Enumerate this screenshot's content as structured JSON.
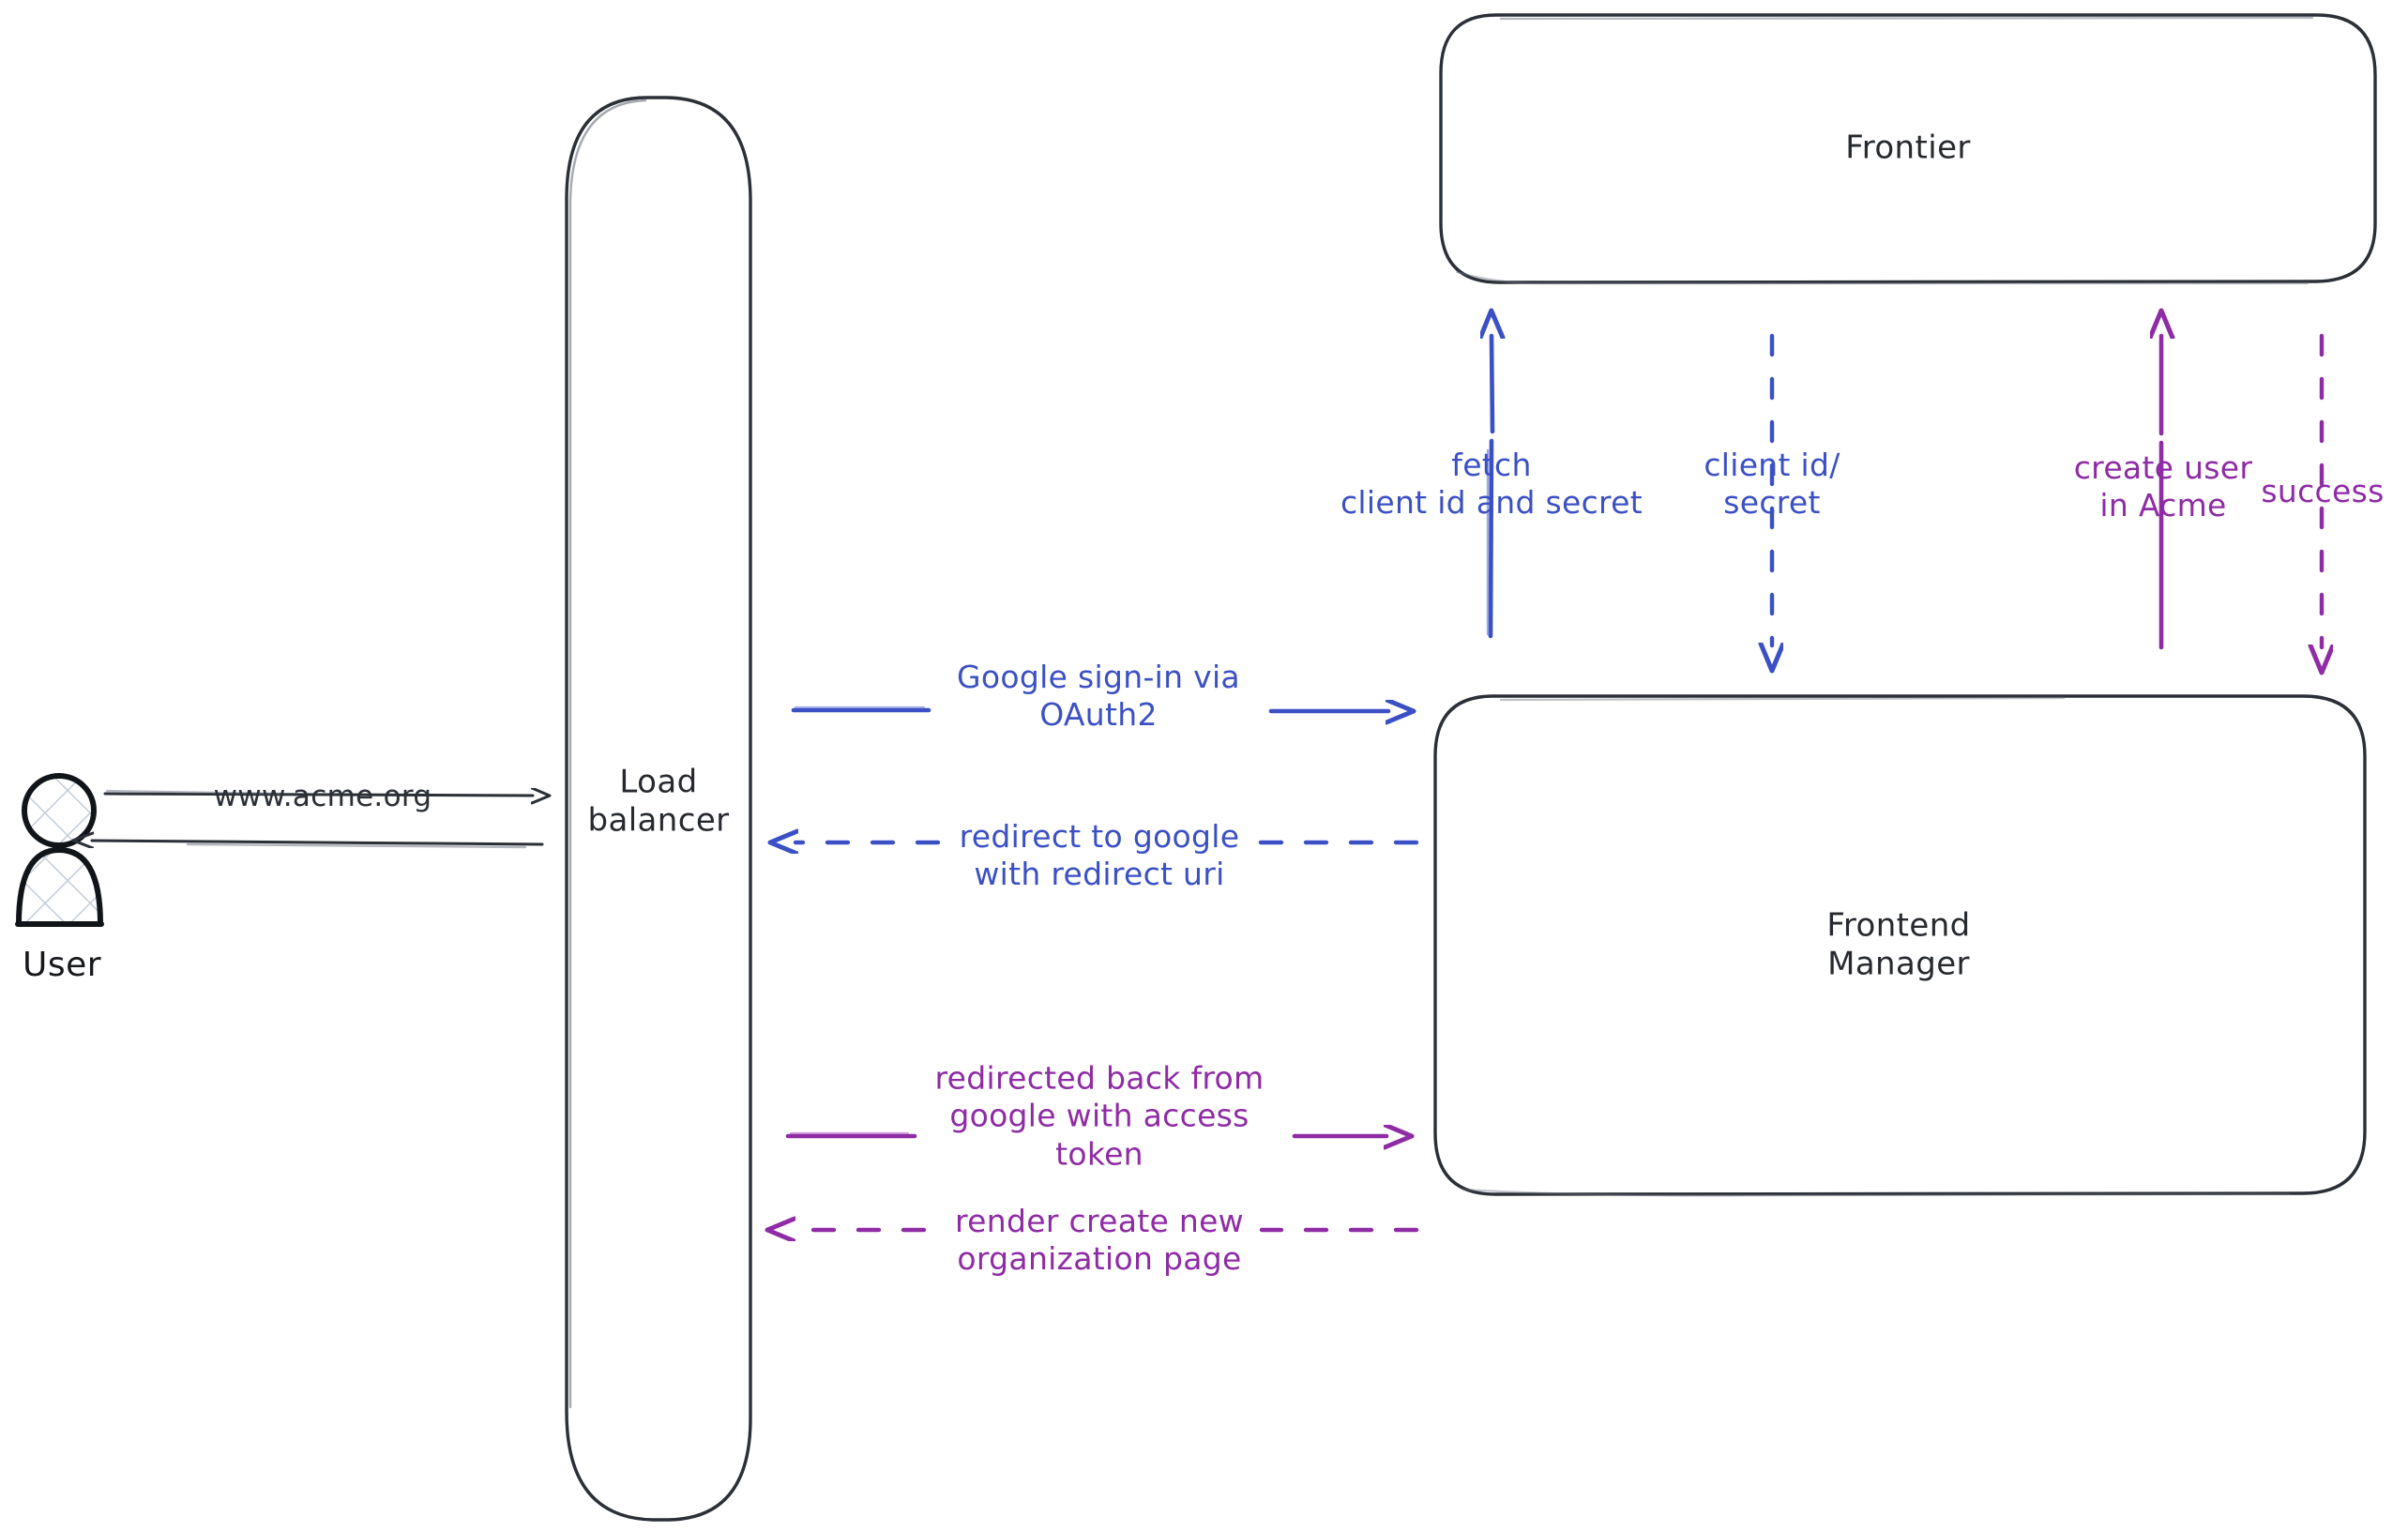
{
  "diagram": {
    "title": "Google OAuth2 sign-in sequence",
    "background": "#ffffff",
    "colors": {
      "ink": "#26292e",
      "blue": "#3b50c4",
      "purple": "#8e2ba5",
      "hatch": "#c3cdda"
    }
  },
  "actors": [
    {
      "id": "user",
      "name": "User",
      "label": "User",
      "icon": "person-icon",
      "shape": "person-hatched"
    }
  ],
  "nodes": [
    {
      "id": "load-balancer",
      "label": "Load\nbalancer",
      "shape": "rounded-rect-tall"
    },
    {
      "id": "frontier",
      "label": "Frontier",
      "shape": "rounded-rect"
    },
    {
      "id": "frontend-manager",
      "label": "Frontend\nManager",
      "shape": "rounded-rect"
    }
  ],
  "edges": [
    {
      "id": "user-to-lb",
      "label": "www.acme.org",
      "color": "#2b2f36",
      "style": "solid",
      "direction": "right",
      "from": "user",
      "to": "load-balancer"
    },
    {
      "id": "lb-to-user",
      "label": "",
      "color": "#2b2f36",
      "style": "solid",
      "direction": "left",
      "from": "load-balancer",
      "to": "user"
    },
    {
      "id": "fetch-client-id",
      "label": "fetch\nclient id and secret",
      "color": "#3b50c4",
      "style": "solid",
      "direction": "up",
      "from": "frontend-manager",
      "to": "frontier"
    },
    {
      "id": "client-id-secret",
      "label": "client id/\nsecret",
      "color": "#3b50c4",
      "style": "dashed",
      "direction": "down",
      "from": "frontier",
      "to": "frontend-manager"
    },
    {
      "id": "create-user-in-acme",
      "label": "create user\nin Acme",
      "color": "#8e2ba5",
      "style": "solid",
      "direction": "up",
      "from": "frontend-manager",
      "to": "frontier"
    },
    {
      "id": "success",
      "label": "success",
      "color": "#8e2ba5",
      "style": "dashed",
      "direction": "down",
      "from": "frontier",
      "to": "frontend-manager"
    },
    {
      "id": "google-sign-in",
      "label": "Google sign-in via\nOAuth2",
      "color": "#3b50c4",
      "style": "solid",
      "direction": "right",
      "from": "load-balancer",
      "to": "frontend-manager"
    },
    {
      "id": "redirect-to-google",
      "label": "redirect to google\nwith redirect uri",
      "color": "#3b50c4",
      "style": "dashed",
      "direction": "left",
      "from": "frontend-manager",
      "to": "load-balancer"
    },
    {
      "id": "redirected-back",
      "label": "redirected back from\ngoogle with access\ntoken",
      "color": "#8e2ba5",
      "style": "solid",
      "direction": "right",
      "from": "load-balancer",
      "to": "frontend-manager"
    },
    {
      "id": "render-create-org",
      "label": "render create new\norganization page",
      "color": "#8e2ba5",
      "style": "dashed",
      "direction": "left",
      "from": "frontend-manager",
      "to": "load-balancer"
    }
  ]
}
